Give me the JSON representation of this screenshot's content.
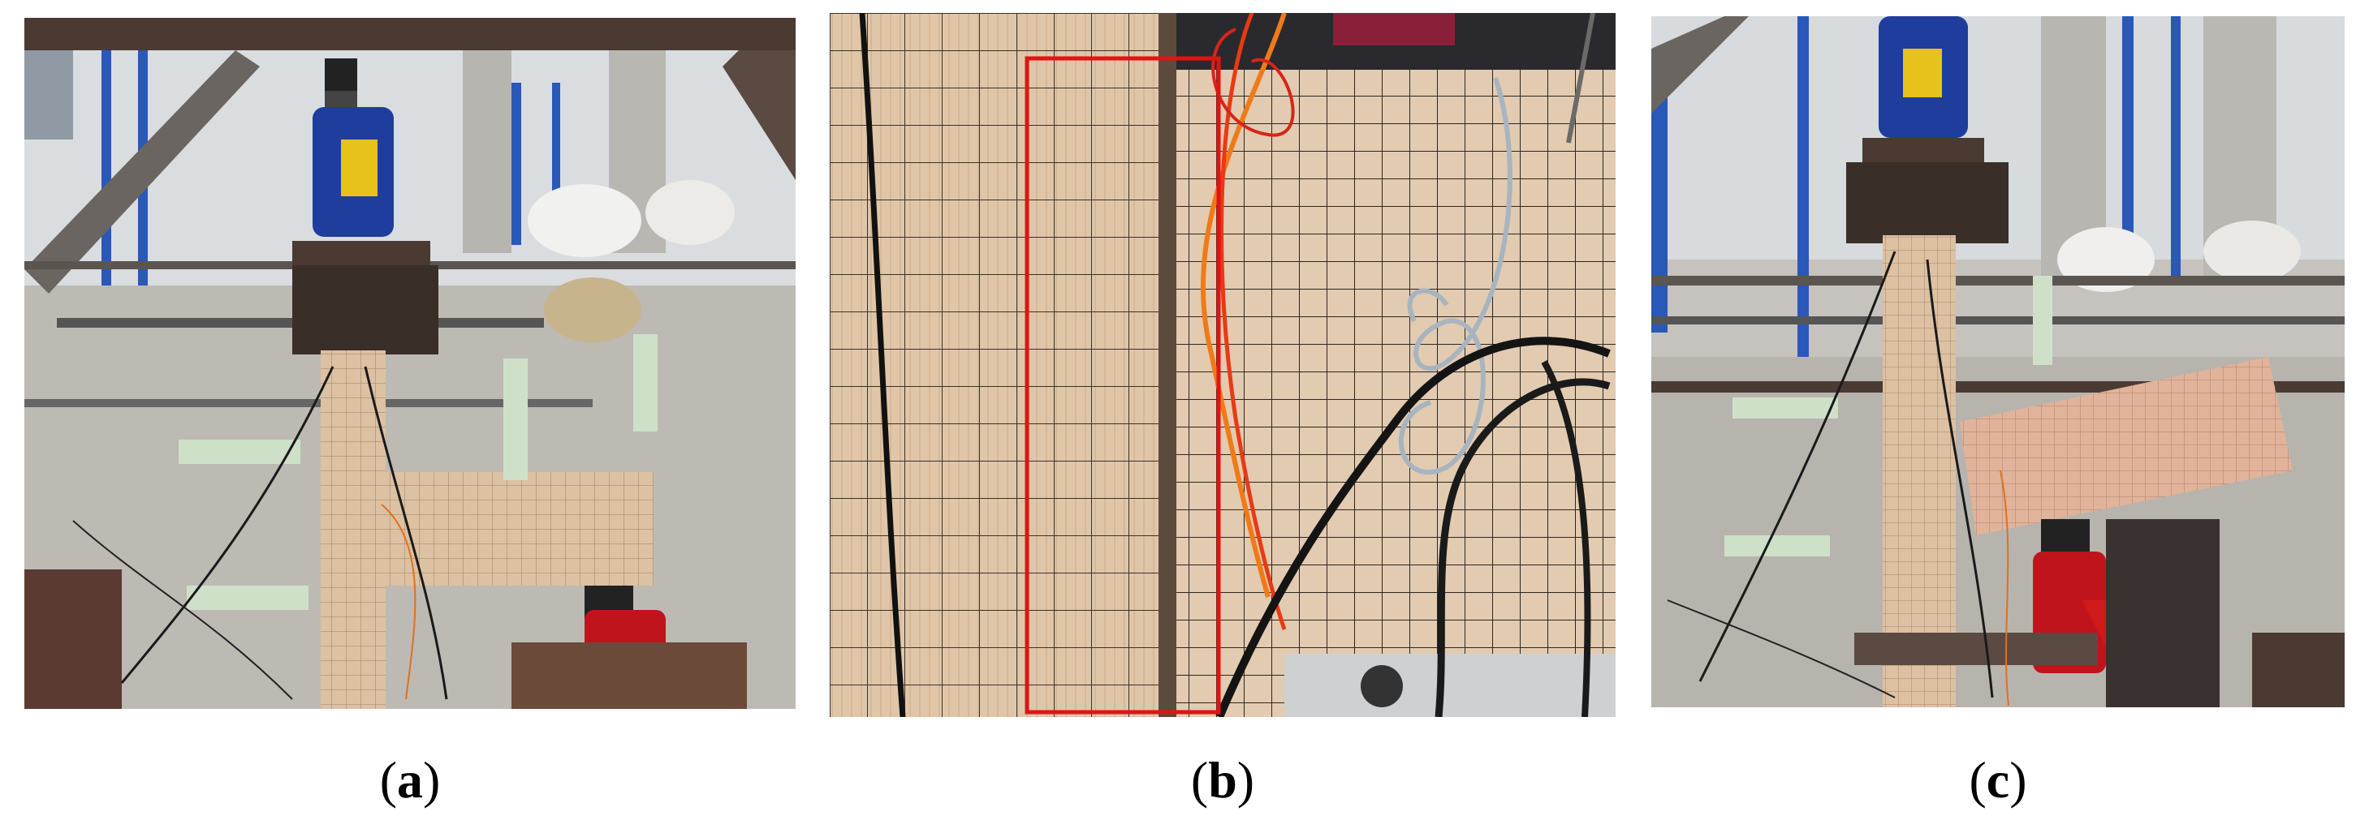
{
  "figure": {
    "panels": [
      {
        "id": "a",
        "label_open": "(",
        "label_letter": "a",
        "label_close": ")"
      },
      {
        "id": "b",
        "label_open": "(",
        "label_letter": "b",
        "label_close": ")"
      },
      {
        "id": "c",
        "label_open": "(",
        "label_letter": "c",
        "label_close": ")"
      }
    ]
  },
  "colors": {
    "highlight_box": "#e01414",
    "timber": "#dcc1a2",
    "jack_blue": "#1f3d9c",
    "jack_red": "#c0141c",
    "steel_frame": "#4a3a32"
  }
}
